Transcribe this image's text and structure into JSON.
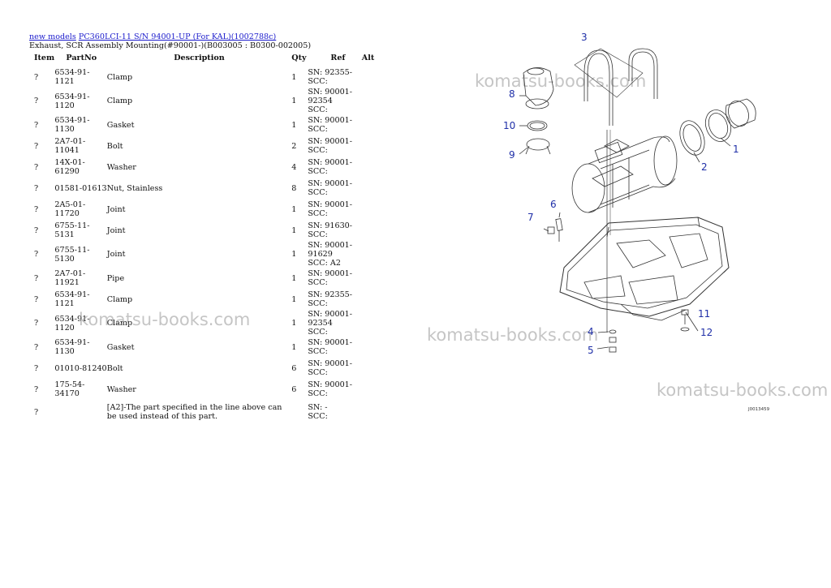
{
  "breadcrumb": {
    "link1": "new models",
    "link2": "PC360LCI-11 S/N 94001-UP (For KAL)(1002788c)"
  },
  "subtitle": "Exhaust, SCR Assembly Mounting(#90001-)(B003005 : B0300-002005)",
  "columns": {
    "item": "Item",
    "partno": "PartNo",
    "description": "Description",
    "qty": "Qty",
    "ref": "Ref",
    "alt": "Alt"
  },
  "rows": [
    {
      "item": "?",
      "partno": "6534-91-1121",
      "description": "Clamp",
      "qty": "1",
      "ref1": "SN: 92355-",
      "ref2": "SCC:"
    },
    {
      "item": "?",
      "partno": "6534-91-1120",
      "description": "Clamp",
      "qty": "1",
      "ref1": "SN: 90001-92354",
      "ref2": "SCC:"
    },
    {
      "item": "?",
      "partno": "6534-91-1130",
      "description": "Gasket",
      "qty": "1",
      "ref1": "SN: 90001-",
      "ref2": "SCC:"
    },
    {
      "item": "?",
      "partno": "2A7-01-11041",
      "description": "Bolt",
      "qty": "2",
      "ref1": "SN: 90001-",
      "ref2": "SCC:"
    },
    {
      "item": "?",
      "partno": "14X-01-61290",
      "description": "Washer",
      "qty": "4",
      "ref1": "SN: 90001-",
      "ref2": "SCC:"
    },
    {
      "item": "?",
      "partno": "01581-01613",
      "description": "Nut, Stainless",
      "qty": "8",
      "ref1": "SN: 90001-",
      "ref2": "SCC:"
    },
    {
      "item": "?",
      "partno": "2A5-01-11720",
      "description": "Joint",
      "qty": "1",
      "ref1": "SN: 90001-",
      "ref2": "SCC:"
    },
    {
      "item": "?",
      "partno": "6755-11-5131",
      "description": "Joint",
      "qty": "1",
      "ref1": "SN: 91630-",
      "ref2": "SCC:"
    },
    {
      "item": "?",
      "partno": "6755-11-5130",
      "description": "Joint",
      "qty": "1",
      "ref1": "SN: 90001-91629",
      "ref2": "SCC: A2"
    },
    {
      "item": "?",
      "partno": "2A7-01-11921",
      "description": "Pipe",
      "qty": "1",
      "ref1": "SN: 90001-",
      "ref2": "SCC:"
    },
    {
      "item": "?",
      "partno": "6534-91-1121",
      "description": "Clamp",
      "qty": "1",
      "ref1": "SN: 92355-",
      "ref2": "SCC:"
    },
    {
      "item": "?",
      "partno": "6534-91-1120",
      "description": "Clamp",
      "qty": "1",
      "ref1": "SN: 90001-92354",
      "ref2": "SCC:"
    },
    {
      "item": "?",
      "partno": "6534-91-1130",
      "description": "Gasket",
      "qty": "1",
      "ref1": "SN: 90001-",
      "ref2": "SCC:"
    },
    {
      "item": "?",
      "partno": "01010-81240",
      "description": "Bolt",
      "qty": "6",
      "ref1": "SN: 90001-",
      "ref2": "SCC:"
    },
    {
      "item": "?",
      "partno": "175-54-34170",
      "description": "Washer",
      "qty": "6",
      "ref1": "SN: 90001-",
      "ref2": "SCC:"
    }
  ],
  "note_row": {
    "item": "?",
    "description": "[A2]-The part specified in the line above can be used instead of this part.",
    "ref1": "SN: -",
    "ref2": "SCC:"
  },
  "watermark": "komatsu-books.com",
  "diagram": {
    "callouts": [
      "1",
      "2",
      "3",
      "4",
      "5",
      "6",
      "7",
      "8",
      "9",
      "10",
      "11",
      "12"
    ],
    "figure_number": "J0013459"
  }
}
